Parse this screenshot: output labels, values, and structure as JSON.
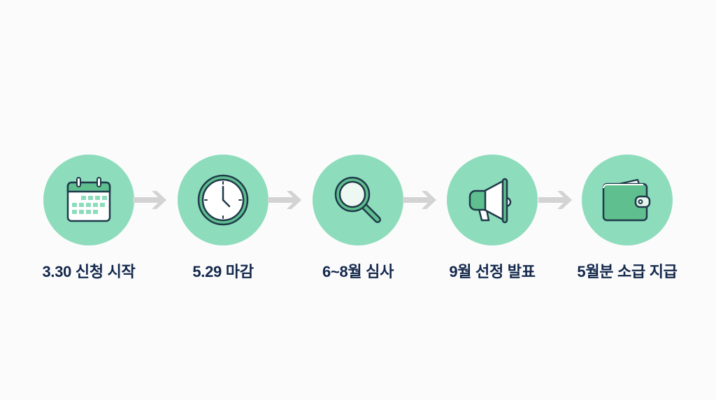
{
  "colors": {
    "circle": "#8ddcbc",
    "accent": "#5fbf8f",
    "outline": "#1f3a4a",
    "arrow": "#d3d3d3",
    "label": "#14284b"
  },
  "steps": [
    {
      "label": "3.30 신청 시작",
      "icon": "calendar-icon"
    },
    {
      "label": "5.29 마감",
      "icon": "clock-icon"
    },
    {
      "label": "6~8월 심사",
      "icon": "magnifier-icon"
    },
    {
      "label": "9월 선정 발표",
      "icon": "megaphone-icon"
    },
    {
      "label": "5월분 소급 지급",
      "icon": "wallet-icon"
    }
  ]
}
